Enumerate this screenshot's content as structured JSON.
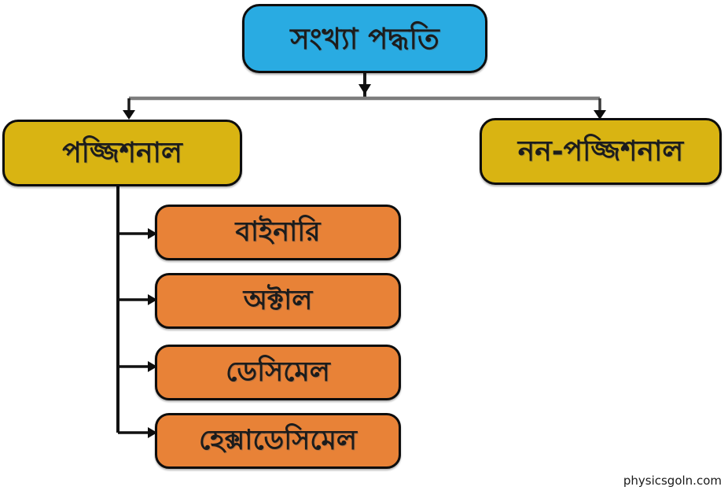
{
  "watermark": "physicsgoln.com",
  "colors": {
    "root_fill": "#29ABE2",
    "category_fill": "#D9B412",
    "leaf_fill": "#E88237",
    "box_border": "#0D0D0D",
    "connector_gray": "#7D7D7D",
    "connector_black": "#1A1A1A",
    "text": "#1C1C1C",
    "background": "#FFFFFF"
  },
  "nodes": {
    "root": {
      "label": "সংখ্যা পদ্ধতি"
    },
    "categories": [
      {
        "label": "পজ্জিশনাল"
      },
      {
        "label": "নন-পজ্জিশনাল"
      }
    ],
    "leaves": [
      {
        "label": "বাইনারি"
      },
      {
        "label": "অক্টাল"
      },
      {
        "label": "ডেসিমেল"
      },
      {
        "label": "হেক্সাডেসিমেল"
      }
    ]
  }
}
